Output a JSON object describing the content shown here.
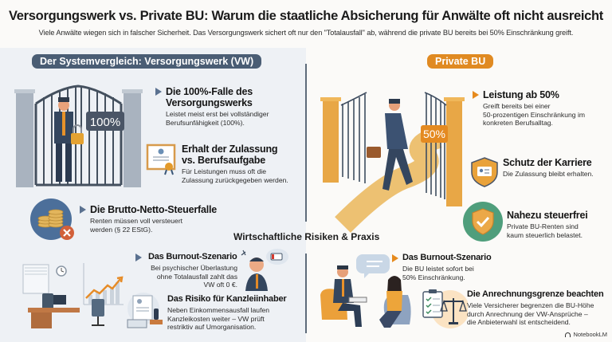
{
  "header": {
    "title": "Versorgungswerk vs. Private BU: Warum die staatliche Absicherung für Anwälte oft nicht ausreicht",
    "subtitle": "Viele Anwälte wiegen sich in falscher Sicherheit. Das Versorgungswerk sichert oft nur den \"Totalausfall\" ab, während die private BU bereits bei 50% Einschränkung greift."
  },
  "left": {
    "label": "Der Systemvergleich: Versorgungswerk (VW)",
    "gate_badge": "100%",
    "items": [
      {
        "title_line1": "Die 100%-Falle des",
        "title_line2": "Versorgungswerks",
        "text_line1": "Leistet meist erst bei vollständiger",
        "text_line2": "Berufsunfähigkeit (100%)."
      },
      {
        "title_line1": "Erhalt der Zulassung",
        "title_line2": "vs. Berufsaufgabe",
        "text_line1": "Für Leistungen muss oft die",
        "text_line2": "Zulassung zurückgegeben werden."
      },
      {
        "title_line1": "Die Brutto-Netto-Steuerfalle",
        "text_line1": "Renten müssen voll versteuert",
        "text_line2": "werden (§ 22 EStG)."
      }
    ]
  },
  "right": {
    "label": "Private BU",
    "gate_badge": "50%",
    "items": [
      {
        "title_line1": "Leistung ab 50%",
        "text_line1": "Greift bereits bei einer",
        "text_line2": "50-prozentigen Einschränkung im",
        "text_line3": "konkreten Berufsalltag."
      },
      {
        "title_line1": "Schutz der Karriere",
        "text_line1": "Die Zulassung bleibt erhalten."
      },
      {
        "title_line1": "Nahezu steuerfrei",
        "text_line1": "Private BU-Renten sind",
        "text_line2": "kaum steuerlich belastet."
      }
    ]
  },
  "practice": {
    "title": "Wirtschaftliche Risiken & Praxis",
    "left_items": [
      {
        "title": "Das Burnout-Szenario",
        "text_line1": "Bei psychischer Überlastung",
        "text_line2": "ohne Totalausfall zahlt das",
        "text_line3": "VW oft 0 €."
      },
      {
        "title": "Das Risiko für Kanzleiinhaber",
        "text_line1": "Neben Einkommensausfall laufen",
        "text_line2": "Kanzleikosten weiter – VW prüft",
        "text_line3": "restriktiv auf Umorganisation."
      }
    ],
    "right_items": [
      {
        "title": "Das Burnout-Szenario",
        "text_line1": "Die BU leistet sofort bei",
        "text_line2": "50% Einschränkung."
      },
      {
        "title": "Die Anrechnungsgrenze beachten",
        "text_line1": "Viele Versicherer begrenzen die BU-Höhe",
        "text_line2": "durch Anrechnung der VW-Ansprüche –",
        "text_line3": "die Anbieterwahl ist entscheidend."
      }
    ]
  },
  "footer": {
    "brand": "NotebookLM"
  },
  "colors": {
    "vw_accent": "#4a5d74",
    "bu_accent": "#e08a22",
    "left_bg": "#eef1f5",
    "green": "#4f9e7c"
  }
}
